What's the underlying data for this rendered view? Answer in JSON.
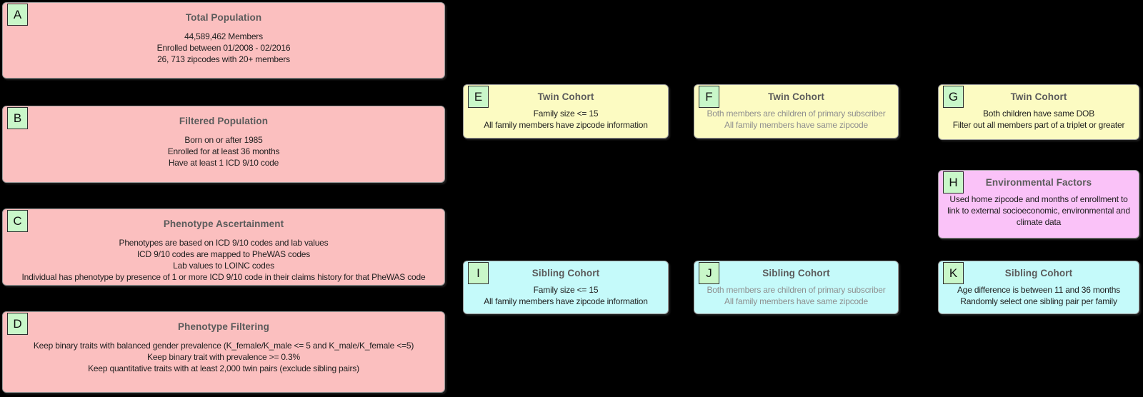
{
  "diagram": {
    "background": "#000000",
    "colors": {
      "population_fill": "#fbbfbf",
      "twin_cohort_fill": "#fcfbc2",
      "sibling_cohort_fill": "#c5fafa",
      "environmental_fill": "#fac2f8",
      "badge_fill": "#c9f7c9",
      "badge_border": "#2e2e2e",
      "title_text": "#5b5b5b",
      "body_text": "#1f1f1f",
      "muted_body_text": "#8f8f8f"
    },
    "boxes": [
      {
        "letter": "A",
        "title": "Total Population",
        "lines": [
          "44,589,462 Members",
          "Enrolled between 01/2008 - 02/2016",
          "26, 713 zipcodes with 20+ members"
        ]
      },
      {
        "letter": "B",
        "title": "Filtered Population",
        "lines": [
          "Born on or after 1985",
          "Enrolled for at least 36 months",
          "Have at least 1 ICD 9/10 code"
        ]
      },
      {
        "letter": "C",
        "title": "Phenotype Ascertainment",
        "lines": [
          "Phenotypes are based on ICD 9/10 codes and lab values",
          "ICD 9/10 codes are mapped to PheWAS codes",
          "Lab values to LOINC codes",
          "Individual has phenotype by presence of 1 or more ICD 9/10 code in their claims history for that PheWAS code"
        ]
      },
      {
        "letter": "D",
        "title": "Phenotype Filtering",
        "lines": [
          "Keep binary traits with balanced gender prevalence (K_female/K_male <= 5 and K_male/K_female <=5)",
          "Keep binary trait with prevalence >= 0.3%",
          "Keep quantitative traits with at least 2,000 twin pairs (exclude sibling pairs)"
        ]
      },
      {
        "letter": "E",
        "title": "Twin Cohort",
        "lines": [
          "Family size <= 15",
          "All family members have zipcode information"
        ]
      },
      {
        "letter": "F",
        "title": "Twin Cohort",
        "lines": [
          "Both members are children of primary subscriber",
          "All family members have same zipcode"
        ]
      },
      {
        "letter": "G",
        "title": "Twin Cohort",
        "lines": [
          "Both children have same DOB",
          "Filter out all members part of a triplet or greater"
        ]
      },
      {
        "letter": "H",
        "title": "Environmental Factors",
        "lines": [
          "Used home zipcode and months of enrollment to link to external socioeconomic, environmental and climate data"
        ]
      },
      {
        "letter": "I",
        "title": "Sibling Cohort",
        "lines": [
          "Family size <= 15",
          "All family members have zipcode information"
        ]
      },
      {
        "letter": "J",
        "title": "Sibling Cohort",
        "lines": [
          "Both members are children of primary subscriber",
          "All family members have same zipcode"
        ]
      },
      {
        "letter": "K",
        "title": "Sibling Cohort",
        "lines": [
          "Age difference is between 11 and 36 months",
          "Randomly select one sibling pair per family"
        ]
      }
    ]
  }
}
